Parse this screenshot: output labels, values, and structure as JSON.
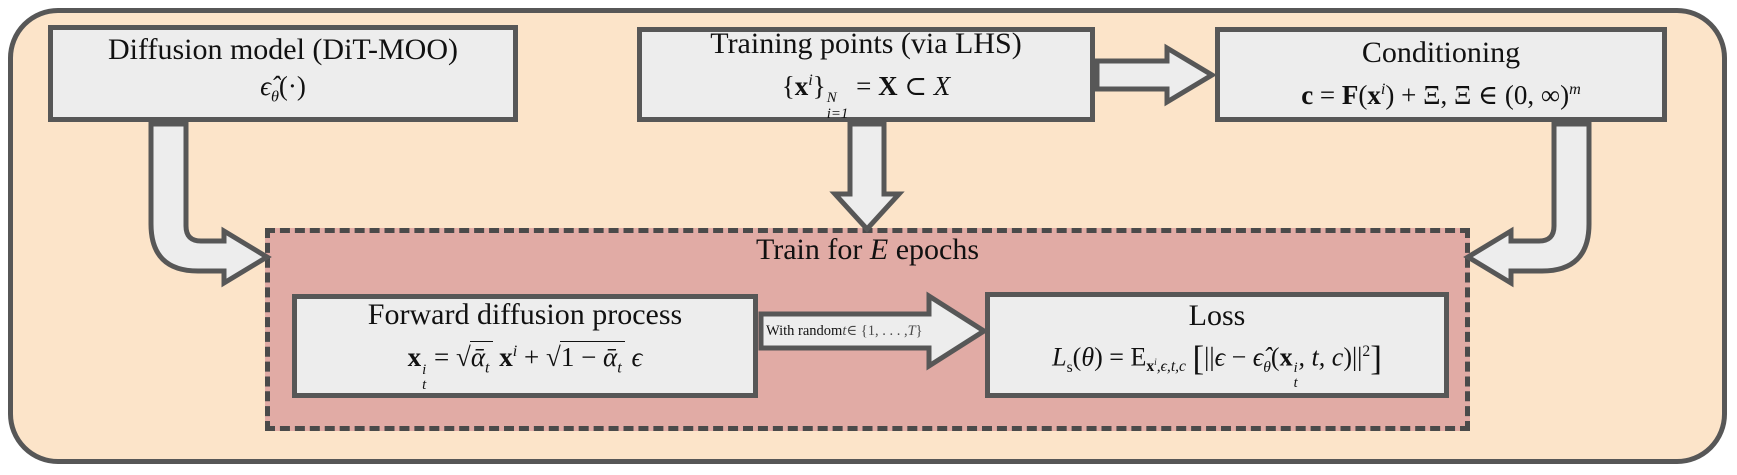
{
  "colors": {
    "page_bg": "#ffffff",
    "panel_bg": "#fce4c9",
    "panel_border": "#575757",
    "box_bg": "#ededed",
    "box_border": "#575757",
    "train_bg": "#e1aba5",
    "ink": "#111111",
    "math_muted": "#4a4a4a"
  },
  "boxes": {
    "diffusion": {
      "title": "Diffusion model (DiT-MOO)",
      "formula": [
        {
          "t": "ϵ̂",
          "c": "it"
        },
        {
          "t": "θ",
          "c": "sub it"
        },
        {
          "t": "(·)"
        }
      ]
    },
    "training": {
      "title": "Training points (via LHS)",
      "formula": [
        {
          "t": "{"
        },
        {
          "t": "x",
          "c": "bold"
        },
        {
          "t": "i",
          "c": "sup it"
        },
        {
          "t": "}"
        },
        {
          "top": "N",
          "bottom": "i=1",
          "c": "it"
        },
        {
          "t": " = "
        },
        {
          "t": "X",
          "c": "bold"
        },
        {
          "t": " ⊂ "
        },
        {
          "t": "X",
          "c": "cal"
        }
      ]
    },
    "conditioning": {
      "title": "Conditioning",
      "formula": [
        {
          "t": "c",
          "c": "bold"
        },
        {
          "t": " = "
        },
        {
          "t": "F",
          "c": "bold"
        },
        {
          "t": "("
        },
        {
          "t": "x",
          "c": "bold"
        },
        {
          "t": "i",
          "c": "sup it"
        },
        {
          "t": ") + Ξ,"
        },
        {
          "t": "   "
        },
        {
          "t": "Ξ ∈ (0, ∞)"
        },
        {
          "t": "m",
          "c": "sup it"
        }
      ]
    },
    "train_loop": {
      "title": [
        {
          "t": "Train for "
        },
        {
          "t": "E",
          "c": "it"
        },
        {
          "t": " epochs"
        }
      ]
    },
    "forward": {
      "title": "Forward diffusion process",
      "formula": [
        {
          "t": "x",
          "c": "bold"
        },
        {
          "top": "i",
          "bottom": "t",
          "c": "it"
        },
        {
          "t": " = "
        },
        {
          "t": "√"
        },
        {
          "c": "over",
          "parts": [
            {
              "t": "ᾱ",
              "c": "it"
            },
            {
              "t": "t",
              "c": "sub it"
            }
          ]
        },
        {
          "t": " "
        },
        {
          "t": "x",
          "c": "bold"
        },
        {
          "t": "i",
          "c": "sup it"
        },
        {
          "t": " + "
        },
        {
          "t": "√"
        },
        {
          "c": "over",
          "parts": [
            {
              "t": "1 − "
            },
            {
              "t": "ᾱ",
              "c": "it"
            },
            {
              "t": "t",
              "c": "sub it"
            }
          ]
        },
        {
          "t": " "
        },
        {
          "t": "ϵ",
          "c": "it"
        }
      ]
    },
    "loss": {
      "title": "Loss",
      "formula": [
        {
          "t": "L",
          "c": "cal"
        },
        {
          "t": "s",
          "c": "sub"
        },
        {
          "t": "("
        },
        {
          "t": "θ",
          "c": "it"
        },
        {
          "t": ") = "
        },
        {
          "t": "E"
        },
        {
          "c": "sub",
          "parts": [
            {
              "t": "x",
              "c": "bold"
            },
            {
              "t": "i",
              "c": "sup it"
            },
            {
              "t": ",ϵ,t,c",
              "c": "it"
            }
          ]
        },
        {
          "t": " "
        },
        {
          "t": "[",
          "c": "big"
        },
        {
          "t": "||"
        },
        {
          "t": "ϵ",
          "c": "it"
        },
        {
          "t": " − "
        },
        {
          "t": "ϵ̂",
          "c": "it"
        },
        {
          "t": "θ",
          "c": "sub it"
        },
        {
          "t": "("
        },
        {
          "t": "x",
          "c": "bold"
        },
        {
          "top": "i",
          "bottom": "t",
          "c": "it"
        },
        {
          "t": ", t, c",
          "c": "it"
        },
        {
          "t": ")||"
        },
        {
          "t": "2",
          "c": "sup"
        },
        {
          "t": "]",
          "c": "big"
        }
      ]
    }
  },
  "arrow_label": [
    {
      "t": "With random "
    },
    {
      "t": "t",
      "c": "it m"
    },
    {
      "t": " ∈ {1, . . . , ",
      "c": "m"
    },
    {
      "t": "T",
      "c": "it m"
    },
    {
      "t": "}",
      "c": "m"
    }
  ]
}
